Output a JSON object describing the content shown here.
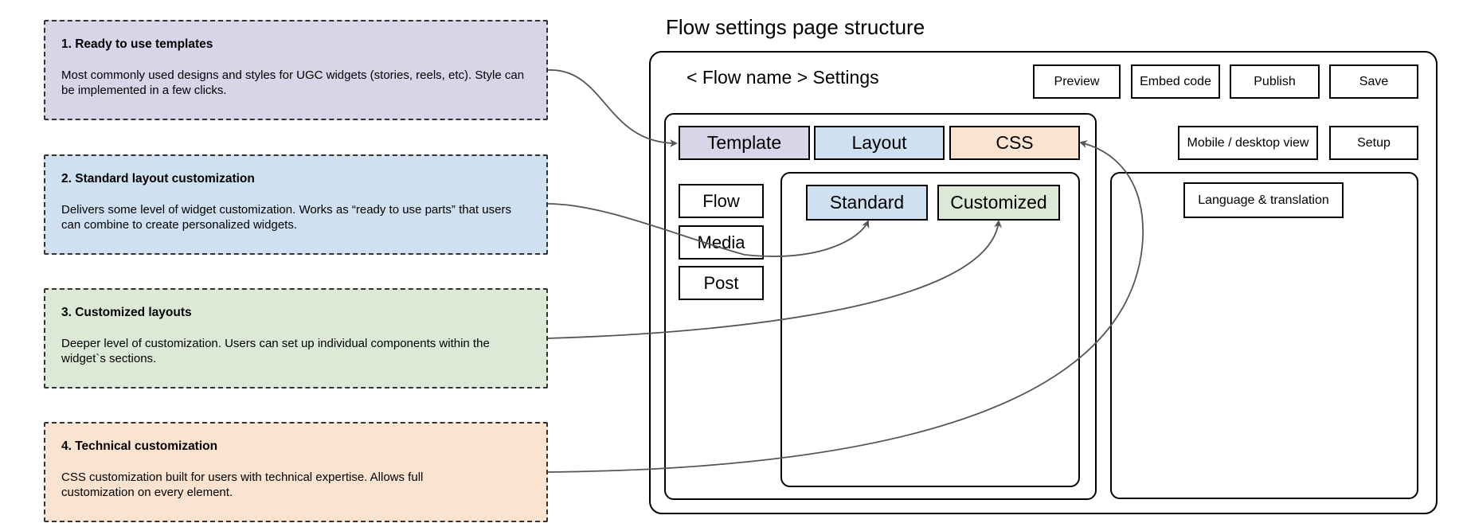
{
  "title": "Flow settings page structure",
  "colors": {
    "purple": "#d9d4e8",
    "blue": "#cfe0f0",
    "green": "#dbe9d6",
    "orange": "#fbe3cf",
    "connector": "#555555"
  },
  "notes": [
    {
      "title": "1. Ready to use templates",
      "body": "Most commonly used designs and styles for UGC widgets (stories, reels, etc). Style can be implemented in a few clicks."
    },
    {
      "title": "2. Standard layout customization",
      "body": "Delivers some level of widget customization. Works as “ready to use parts” that users can combine to create personalized widgets."
    },
    {
      "title": "3. Customized layouts",
      "body": "Deeper level of customization. Users can set up individual components within the widget`s sections."
    },
    {
      "title": "4. Technical customization",
      "body": "CSS customization built for users with technical expertise. Allows full customization on every element."
    }
  ],
  "page": {
    "heading": "< Flow name > Settings",
    "buttons": {
      "preview": "Preview",
      "embed": "Embed code",
      "publish": "Publish",
      "save": "Save",
      "mobile_desktop": "Mobile / desktop view",
      "setup": "Setup",
      "language": "Language & translation"
    },
    "tabs": [
      "Template",
      "Layout",
      "CSS"
    ],
    "side_items": [
      "Flow",
      "Media",
      "Post"
    ],
    "layout_options": [
      "Standard",
      "Customized"
    ]
  }
}
